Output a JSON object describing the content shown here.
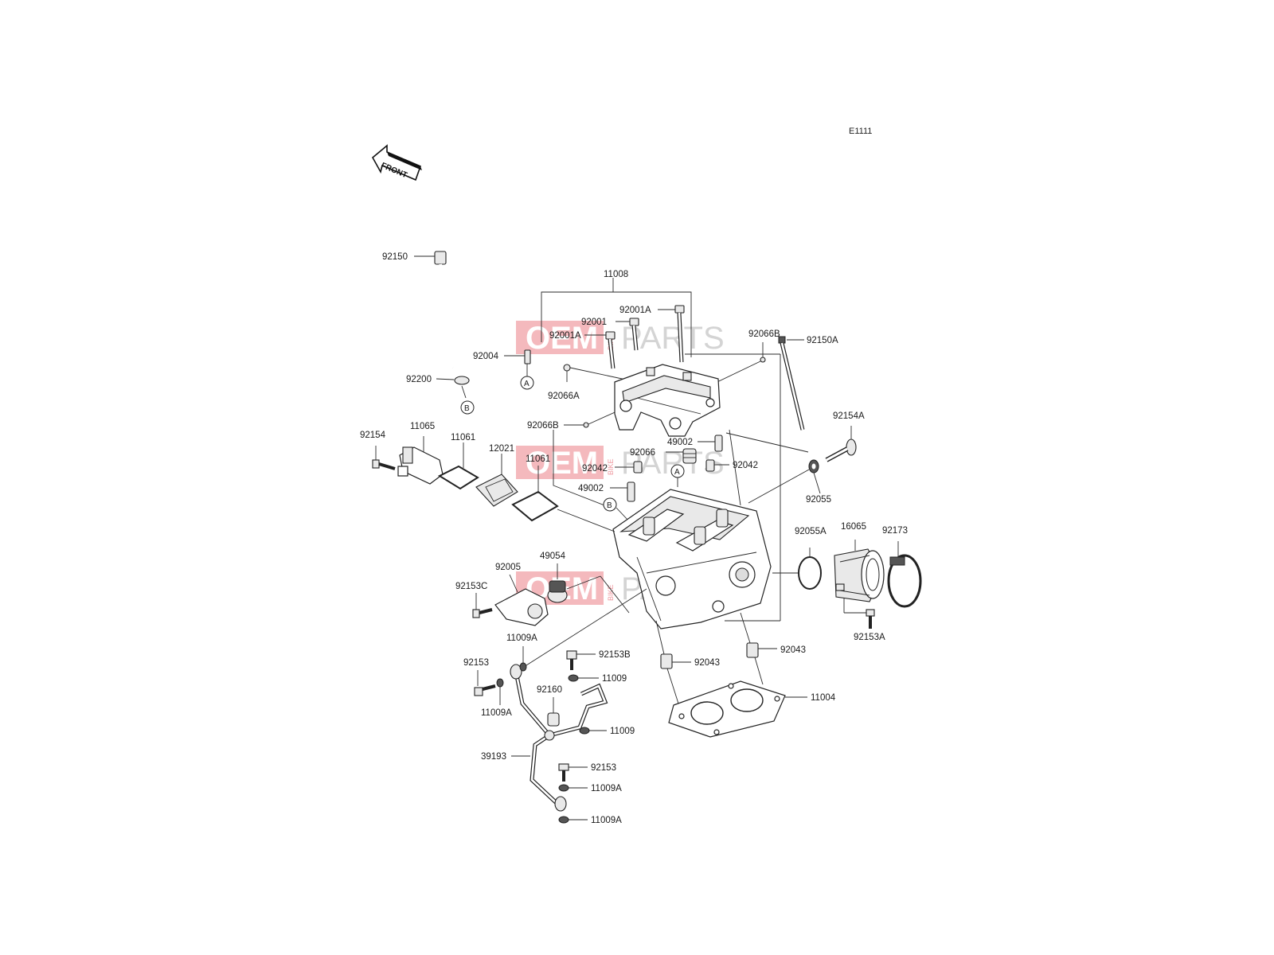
{
  "diagram_code": "E1111",
  "front_label": "FRONT",
  "watermark": {
    "brand_left": "OEM",
    "brand_small": "BIKE",
    "brand_right": "PARTS"
  },
  "ref_marks": [
    "A",
    "B"
  ],
  "labels": {
    "p92150": "92150",
    "p11008": "11008",
    "p92001A_top": "92001A",
    "p92001": "92001",
    "p92001A_mid": "92001A",
    "p92004": "92004",
    "p92066B_top": "92066B",
    "p92150A": "92150A",
    "p92200": "92200",
    "p92066A": "92066A",
    "p92066B_low": "92066B",
    "p92154": "92154",
    "p11065": "11065",
    "p11061_left": "11061",
    "p12021": "12021",
    "p11061_right": "11061",
    "p49002_top": "49002",
    "p92066": "92066",
    "p92042_left": "92042",
    "p92042_right": "92042",
    "p49002_low": "49002",
    "p92154A": "92154A",
    "p92055": "92055",
    "p92055A": "92055A",
    "p16065": "16065",
    "p92173": "92173",
    "p49054": "49054",
    "p92005": "92005",
    "p92153C": "92153C",
    "p92153A": "92153A",
    "p11009A_a": "11009A",
    "p92153B": "92153B",
    "p92043_left": "92043",
    "p92043_right": "92043",
    "p92153_a": "92153",
    "p11009_a": "11009",
    "p92160": "92160",
    "p11004": "11004",
    "p11009A_b": "11009A",
    "p11009_b": "11009",
    "p39193": "39193",
    "p92153_b": "92153",
    "p11009A_c": "11009A",
    "p11009A_d": "11009A"
  }
}
